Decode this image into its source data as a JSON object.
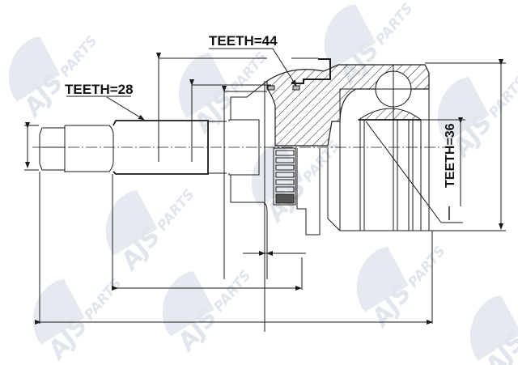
{
  "diagram": {
    "subject": "CV joint (outer) technical drawing",
    "labels": {
      "teeth_shaft": "TEETH=28",
      "teeth_seal": "TEETH=44",
      "teeth_inner": "TEETH=36"
    },
    "watermark": {
      "brand_a": "AJS",
      "brand_b": "PARTS",
      "color": "#dfe3ea"
    },
    "colors": {
      "line": "#1a1a1a",
      "background": "#ffffff"
    }
  }
}
